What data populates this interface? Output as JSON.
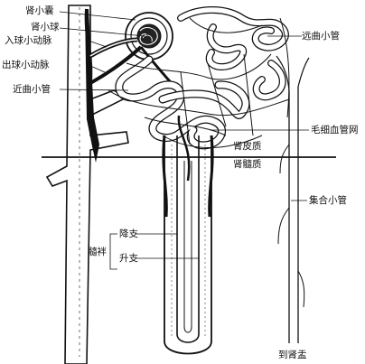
{
  "labels": {
    "renal_capsule": "肾小囊",
    "glomerulus": "肾小球",
    "afferent_arteriole": "入球小动脉",
    "efferent_arteriole": "出球小动脉",
    "proximal_tubule": "近曲小管",
    "distal_tubule": "远曲小管",
    "capillary_network": "毛细血管网",
    "renal_cortex": "肾皮质",
    "renal_medulla": "肾髓质",
    "collecting_duct": "集合小管",
    "loop_of_henle": "髓袢",
    "descending_limb": "降支",
    "ascending_limb": "升支",
    "to_renal_pelvis": "到肾盂"
  },
  "colors": {
    "ink": "#111111",
    "background": "#ffffff",
    "fill_light": "#f4f4f4"
  }
}
